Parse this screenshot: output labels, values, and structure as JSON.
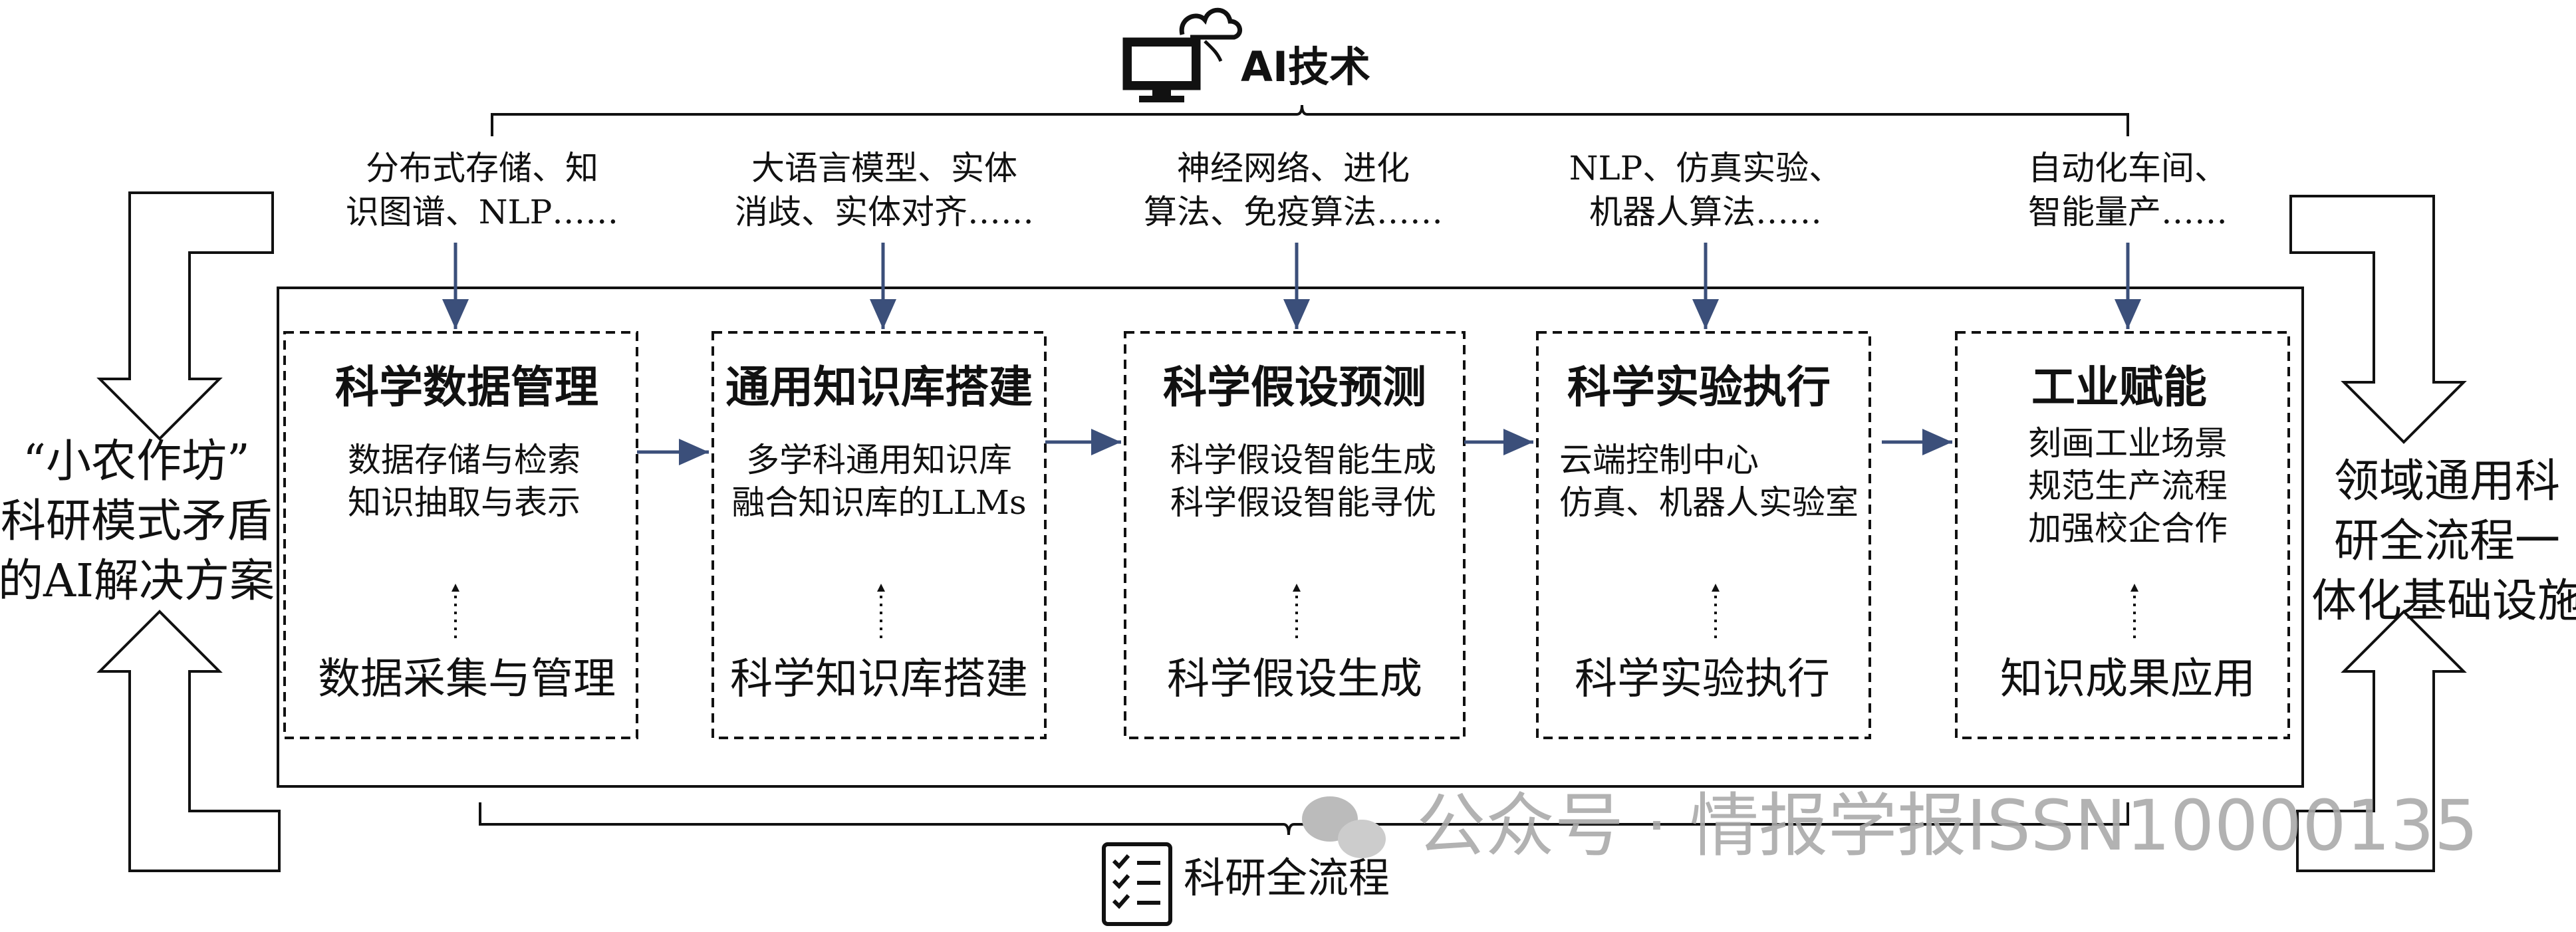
{
  "top": {
    "label": "AI技术",
    "icon": "computer-cloud-icon"
  },
  "techs": [
    "分布式存储、知\n识图谱、NLP……",
    "大语言模型、实体\n消歧、实体对齐……",
    "神经网络、进化\n算法、免疫算法……",
    "NLP、仿真实验、\n机器人算法……",
    "自动化车间、\n智能量产……"
  ],
  "stages": [
    {
      "title": "科学数据管理",
      "lines": "数据存储与检索\n知识抽取与表示",
      "bottom": "数据采集与管理"
    },
    {
      "title": "通用知识库搭建",
      "lines": "多学科通用知识库\n融合知识库的LLMs",
      "bottom": "科学知识库搭建"
    },
    {
      "title": "科学假设预测",
      "lines": "科学假设智能生成\n科学假设智能寻优",
      "bottom": "科学假设生成"
    },
    {
      "title": "科学实验执行",
      "lines": "云端控制中心\n仿真、机器人实验室",
      "bottom": "科学实验执行"
    },
    {
      "title": "工业赋能",
      "lines": "刻画工业场景\n规范生产流程\n加强校企合作",
      "bottom": "知识成果应用"
    }
  ],
  "left_label": "“小农作坊”\n科研模式矛盾\n的AI解决方案",
  "right_label": "领域通用科\n研全流程一\n体化基础设施",
  "bottom_label": {
    "label": "科研全流程",
    "icon": "checklist-icon"
  },
  "watermark": "公众号 · 情报学报ISSN10000135"
}
